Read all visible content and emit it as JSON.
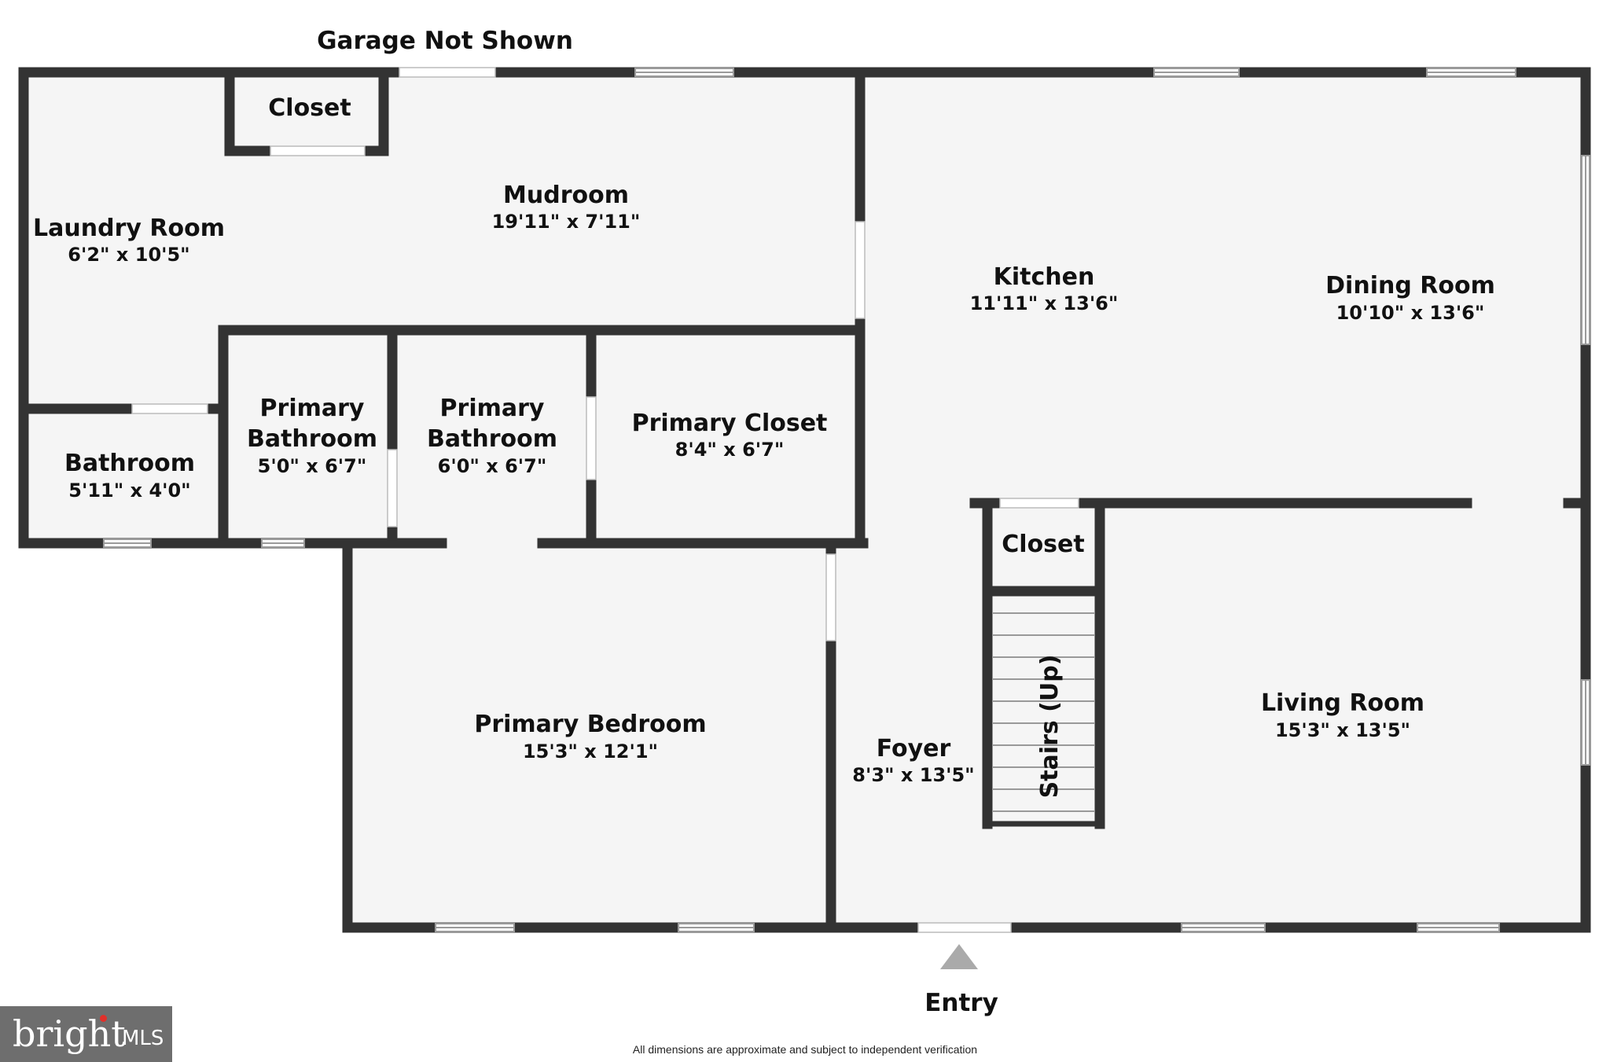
{
  "header": {
    "garage_note": "Garage Not Shown"
  },
  "rooms": {
    "laundry": {
      "name": "Laundry Room",
      "dim": "6'2\" x 10'5\""
    },
    "mudroom": {
      "name": "Mudroom",
      "dim": "19'11\" x 7'11\""
    },
    "closet_top": {
      "name": "Closet"
    },
    "kitchen": {
      "name": "Kitchen",
      "dim": "11'11\" x 13'6\""
    },
    "dining": {
      "name": "Dining Room",
      "dim": "10'10\" x 13'6\""
    },
    "bathroom": {
      "name": "Bathroom",
      "dim": "5'11\" x 4'0\""
    },
    "primary_bath_1": {
      "name_line1": "Primary",
      "name_line2": "Bathroom",
      "dim": "5'0\" x 6'7\""
    },
    "primary_bath_2": {
      "name_line1": "Primary",
      "name_line2": "Bathroom",
      "dim": "6'0\" x 6'7\""
    },
    "primary_closet": {
      "name": "Primary Closet",
      "dim": "8'4\" x 6'7\""
    },
    "closet_stairs": {
      "name": "Closet"
    },
    "stairs": {
      "name": "Stairs (Up)"
    },
    "primary_bedroom": {
      "name": "Primary Bedroom",
      "dim": "15'3\" x 12'1\""
    },
    "foyer": {
      "name": "Foyer",
      "dim": "8'3\" x 13'5\""
    },
    "living": {
      "name": "Living Room",
      "dim": "15'3\" x 13'5\""
    }
  },
  "entry": {
    "label": "Entry"
  },
  "footer": {
    "disclaimer": "All dimensions are approximate and subject to independent verification"
  },
  "watermark": {
    "word": "bright",
    "suffix": "MLS"
  },
  "colors": {
    "wall": "#333333",
    "floor": "#f5f5f5",
    "arrow": "#aaaaaa",
    "brand_dot": "#e0302a"
  }
}
